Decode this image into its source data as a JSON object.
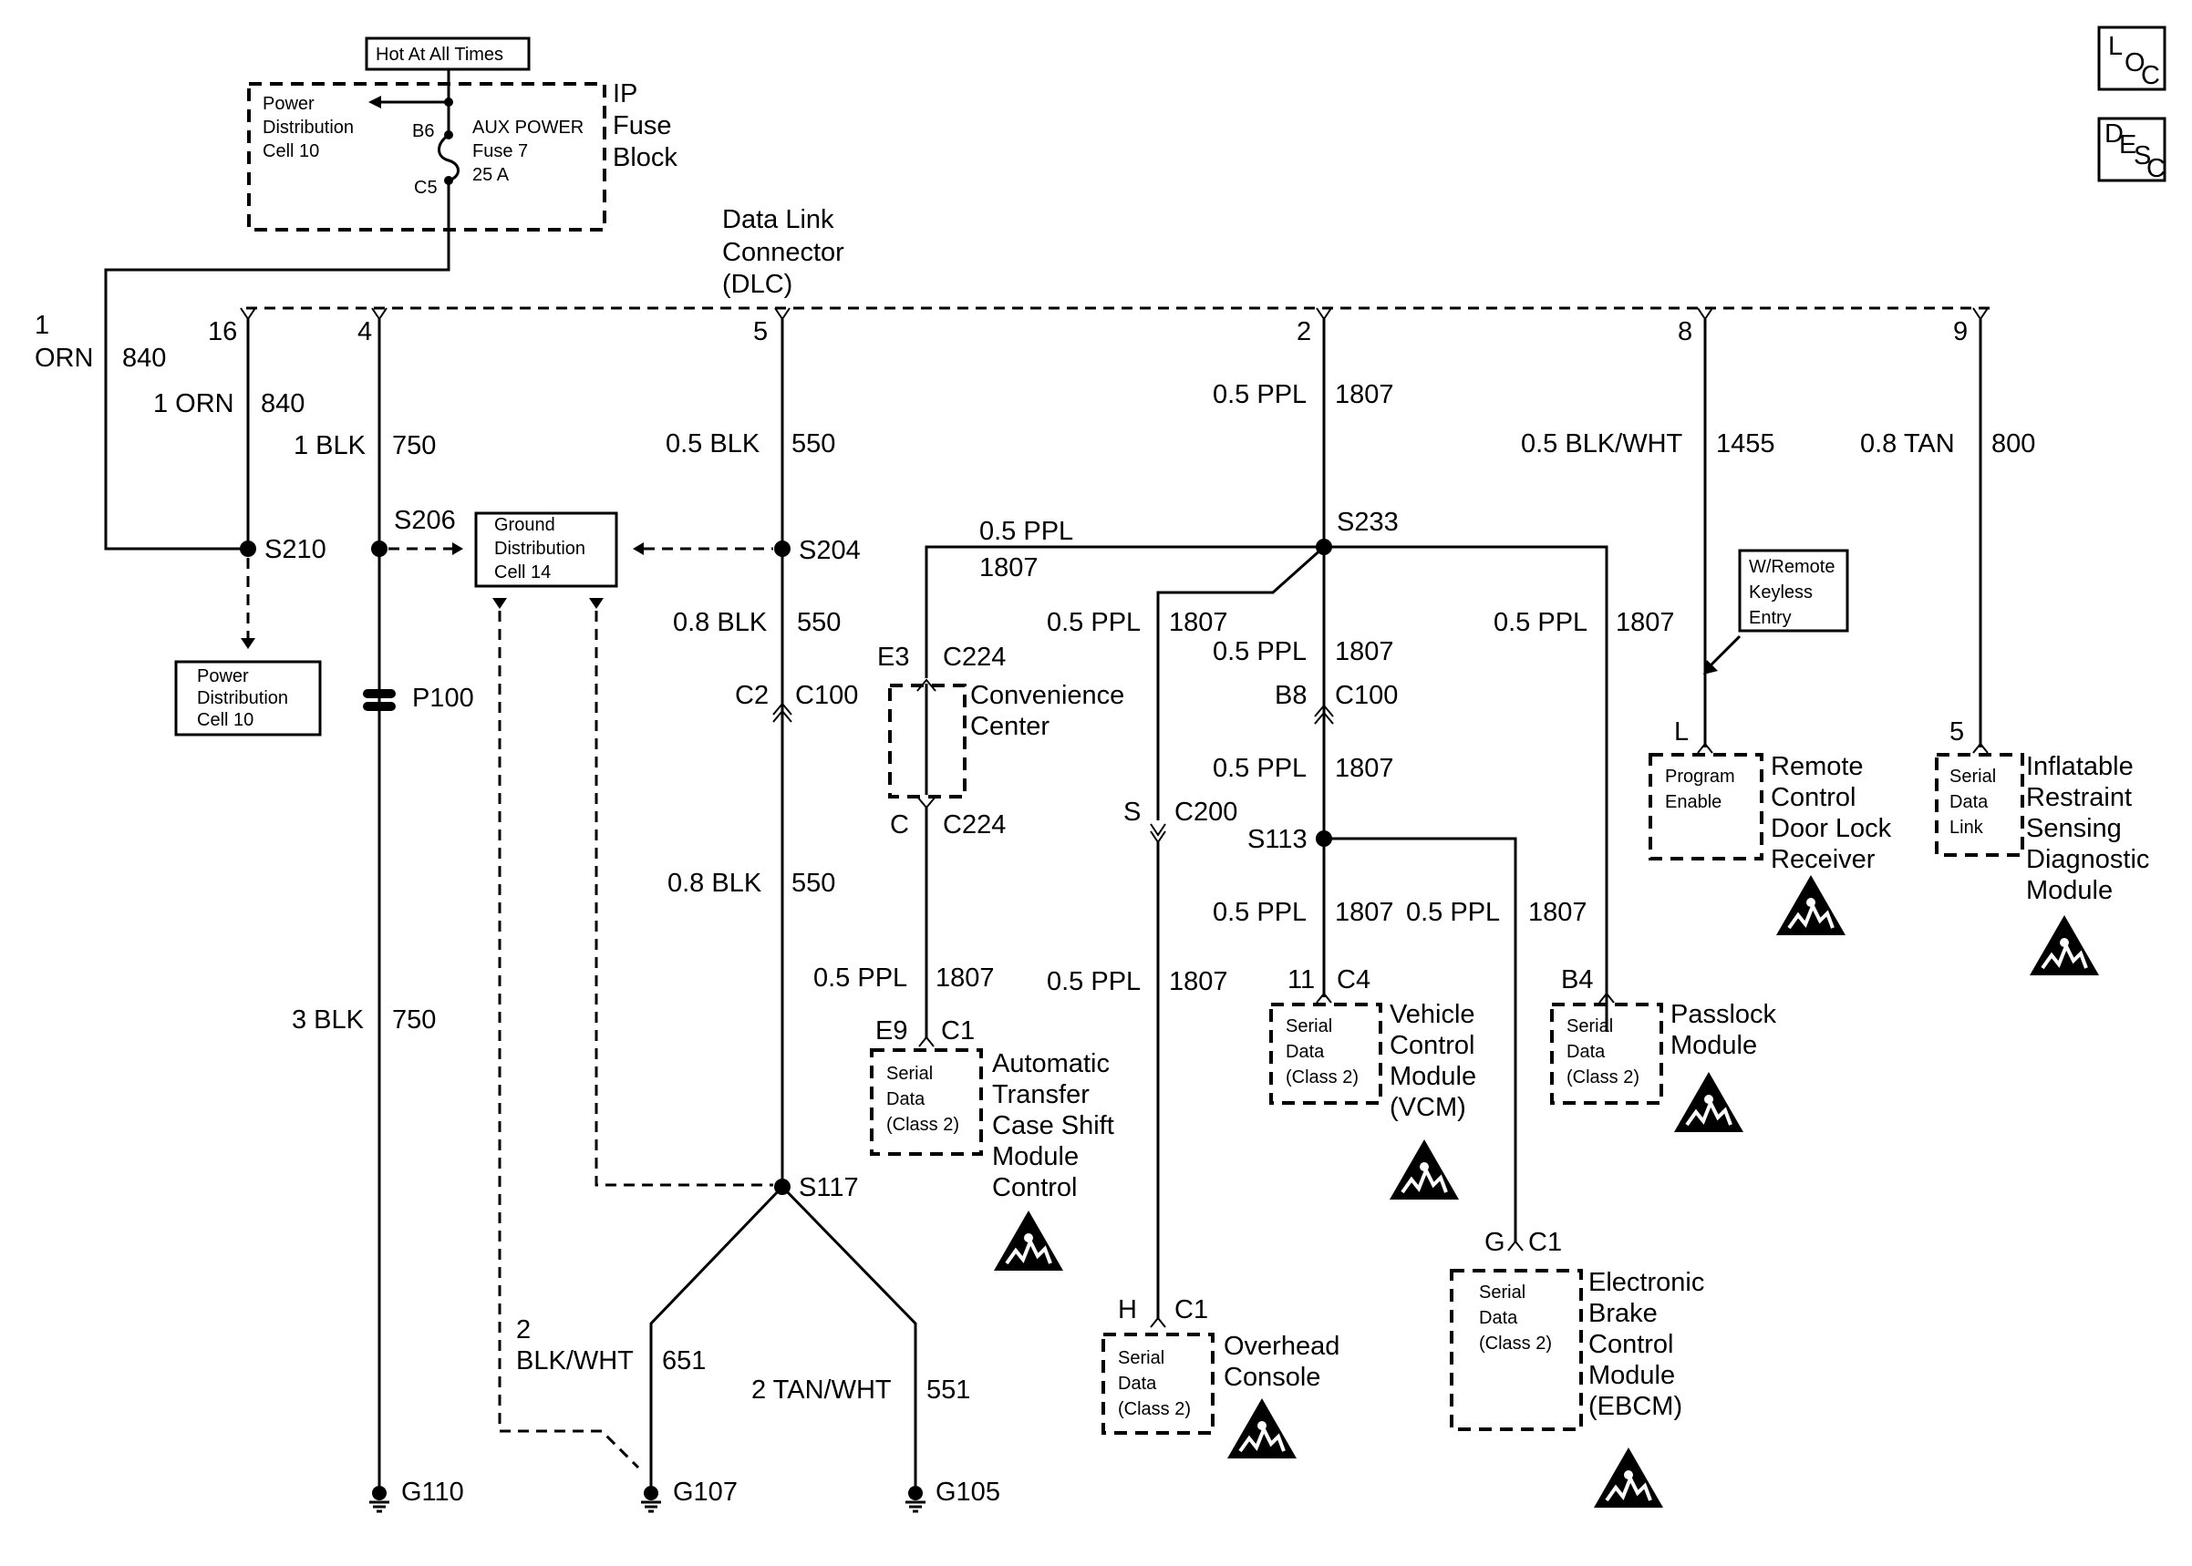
{
  "header": {
    "hot_at_all_times": "Hot At All Times",
    "ip_fuse_block": [
      "IP",
      "Fuse",
      "Block"
    ],
    "power_dist_top": [
      "Power",
      "Distribution",
      "Cell 10"
    ],
    "aux_power_fuse": [
      "AUX POWER",
      "Fuse 7",
      "25 A"
    ],
    "fuse_b6": "B6",
    "fuse_c5": "C5"
  },
  "corner_icons": {
    "loc": [
      "L",
      "O",
      "C"
    ],
    "desc": [
      "D",
      "E",
      "S",
      "C"
    ]
  },
  "dlc": {
    "title": [
      "Data Link",
      "Connector",
      "(DLC)"
    ],
    "pins": [
      "16",
      "4",
      "5",
      "2",
      "8",
      "9"
    ]
  },
  "wires": {
    "w_1orn_840_a": [
      "1",
      "ORN",
      "840"
    ],
    "w_1orn_840_b": [
      "1 ORN",
      "840"
    ],
    "w_1blk_750": [
      "1 BLK",
      "750"
    ],
    "w_05blk_550": [
      "0.5 BLK",
      "550"
    ],
    "w_05ppl_1807_top": [
      "0.5 PPL",
      "1807"
    ],
    "w_05blkwht_1455": [
      "0.5 BLK/WHT",
      "1455"
    ],
    "w_08tan_800": [
      "0.8 TAN",
      "800"
    ],
    "w_05ppl_1807_bus": [
      "0.5 PPL",
      "1807"
    ],
    "w_08blk_550_a": [
      "0.8 BLK",
      "550"
    ],
    "w_05ppl_1807_left": [
      "0.5 PPL",
      "1807"
    ],
    "w_05ppl_1807_mid": [
      "0.5 PPL",
      "1807"
    ],
    "w_05ppl_1807_right": [
      "0.5 PPL",
      "1807"
    ],
    "w_05ppl_1807_b8": [
      "0.5 PPL",
      "1807"
    ],
    "w_08blk_550_b": [
      "0.8 BLK",
      "550"
    ],
    "w_05ppl_1807_conv": [
      "0.5 PPL",
      "1807"
    ],
    "w_05ppl_1807_ovh": [
      "0.5 PPL",
      "1807"
    ],
    "w_05ppl_1807_vcm": [
      "0.5 PPL",
      "1807"
    ],
    "w_05ppl_1807_ebcm": [
      "0.5 PPL",
      "1807"
    ],
    "w_3blk_750": [
      "3 BLK",
      "750"
    ],
    "w_2blkwht_651": [
      "2",
      "BLK/WHT",
      "651"
    ],
    "w_2tanwht_551": [
      "2 TAN/WHT",
      "551"
    ]
  },
  "splices": [
    "S210",
    "S206",
    "S204",
    "S233",
    "S113",
    "S117"
  ],
  "connectors": {
    "p100": "P100",
    "c2_c100": [
      "C2",
      "C100"
    ],
    "e3_c224": [
      "E3",
      "C224"
    ],
    "c_c224": [
      "C",
      "C224"
    ],
    "s_c200": [
      "S",
      "C200"
    ],
    "b8_c100": [
      "B8",
      "C100"
    ],
    "e9_c1": [
      "E9",
      "C1"
    ],
    "h_c1": [
      "H",
      "C1"
    ],
    "c4": [
      "11",
      "C4"
    ],
    "b4": "B4",
    "g_c1": [
      "G",
      "C1"
    ],
    "l": "L",
    "p5": "5"
  },
  "boxes": {
    "ground_dist": [
      "Ground",
      "Distribution",
      "Cell 14"
    ],
    "power_dist_bottom": [
      "Power",
      "Distribution",
      "Cell 10"
    ],
    "keyless": [
      "W/Remote",
      "Keyless",
      "Entry"
    ]
  },
  "modules": {
    "convenience": [
      "Convenience",
      "Center"
    ],
    "atcsm": [
      "Automatic",
      "Transfer",
      "Case Shift",
      "Module",
      "Control"
    ],
    "overhead": [
      "Overhead",
      "Console"
    ],
    "vcm": [
      "Vehicle",
      "Control",
      "Module",
      "(VCM)"
    ],
    "passlock": [
      "Passlock",
      "Module"
    ],
    "ebcm": [
      "Electronic",
      "Brake",
      "Control",
      "Module",
      "(EBCM)"
    ],
    "rcdlr": [
      "Remote",
      "Control",
      "Door Lock",
      "Receiver"
    ],
    "airbag": [
      "Inflatable",
      "Restraint",
      "Sensing",
      "Diagnostic",
      "Module"
    ],
    "serial_data": [
      "Serial",
      "Data",
      "(Class 2)"
    ],
    "program_enable": [
      "Program",
      "Enable"
    ],
    "serial_data_link": [
      "Serial",
      "Data",
      "Link"
    ]
  },
  "grounds": [
    "G110",
    "G107",
    "G105"
  ]
}
